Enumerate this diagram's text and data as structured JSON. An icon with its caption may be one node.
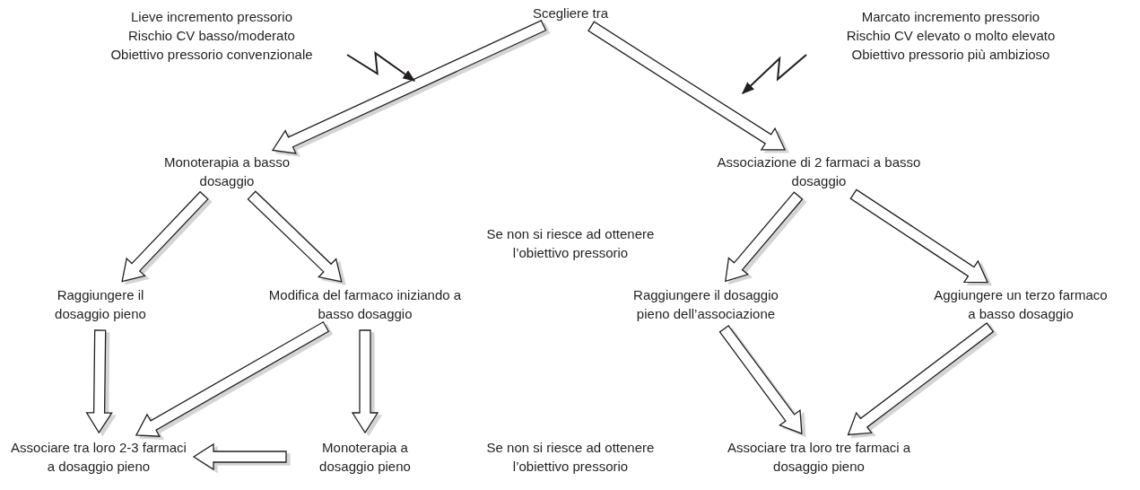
{
  "diagram": {
    "nodes": [
      {
        "text": [
          "Scegliere tra"
        ]
      },
      {
        "text": [
          "Lieve incremento pressorio",
          "Rischio CV basso/moderato",
          "Obiettivo pressorio convenzionale"
        ]
      },
      {
        "text": [
          "Marcato incremento pressorio",
          "Rischio CV elevato o molto elevato",
          "Obiettivo pressorio più ambizioso"
        ]
      },
      {
        "text": [
          "Monoterapia a basso dosaggio"
        ]
      },
      {
        "text": [
          "Associazione di 2 farmaci a basso dosaggio"
        ]
      },
      {
        "text": [
          "Raggiungere il dosaggio pieno"
        ]
      },
      {
        "text": [
          "Modifica del farmaco iniziando a basso dosaggio"
        ]
      },
      {
        "text": [
          "Raggiungere il dosaggio pieno dell’associazione"
        ]
      },
      {
        "text": [
          "Aggiungere un terzo farmaco a basso dosaggio"
        ]
      },
      {
        "text": [
          "Associare tra loro 2-3 farmaci a dosaggio pieno"
        ]
      },
      {
        "text": [
          "Monoterapia a dosaggio pieno"
        ]
      },
      {
        "text": [
          "Associare tra loro tre farmaci a dosaggio pieno"
        ]
      }
    ],
    "edges": [
      {
        "from": 0,
        "to": 3,
        "arrow": "to"
      },
      {
        "from": 0,
        "to": 4,
        "arrow": "to"
      },
      {
        "from": 1,
        "to": null,
        "arrow": "to"
      },
      {
        "from": 2,
        "to": null,
        "arrow": "to"
      },
      {
        "from": 3,
        "to": 5,
        "arrow": "to"
      },
      {
        "from": 3,
        "to": 6,
        "arrow": "to"
      },
      {
        "from": 4,
        "to": 7,
        "arrow": "to"
      },
      {
        "from": 4,
        "to": 8,
        "arrow": "to"
      },
      {
        "from": 5,
        "to": 9,
        "arrow": "to"
      },
      {
        "from": 6,
        "to": 9,
        "arrow": "to"
      },
      {
        "from": 6,
        "to": 10,
        "arrow": "to"
      },
      {
        "from": 10,
        "to": 9,
        "arrow": "to"
      },
      {
        "from": 7,
        "to": 11,
        "arrow": "to"
      },
      {
        "from": 8,
        "to": 11,
        "arrow": "to"
      }
    ],
    "labels": [
      "Se non si riesce ad ottenere l’obiettivo pressorio",
      "Se non si riesce ad ottenere l’obiettivo pressorio"
    ]
  }
}
